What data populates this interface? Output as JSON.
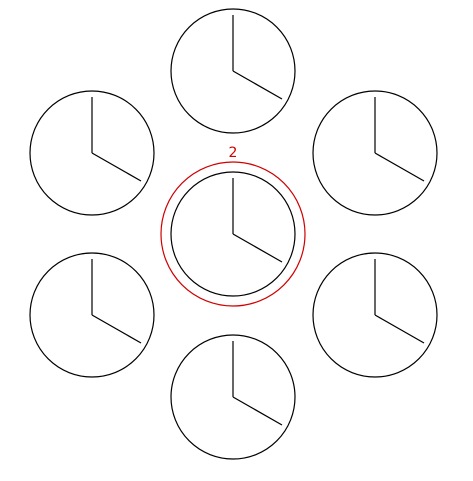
{
  "highlight": {
    "label": "2",
    "color": "#d00000",
    "clock_index": 3
  },
  "clocks": [
    {
      "id": "top",
      "hour_hand": "up",
      "minute_hand": "down-right"
    },
    {
      "id": "upper-left",
      "hour_hand": "up",
      "minute_hand": "down-right"
    },
    {
      "id": "upper-right",
      "hour_hand": "up",
      "minute_hand": "down-right"
    },
    {
      "id": "center",
      "hour_hand": "up",
      "minute_hand": "down-right"
    },
    {
      "id": "lower-left",
      "hour_hand": "up",
      "minute_hand": "down-right"
    },
    {
      "id": "lower-right",
      "hour_hand": "up",
      "minute_hand": "down-right"
    },
    {
      "id": "bottom",
      "hour_hand": "up",
      "minute_hand": "down-right"
    }
  ]
}
